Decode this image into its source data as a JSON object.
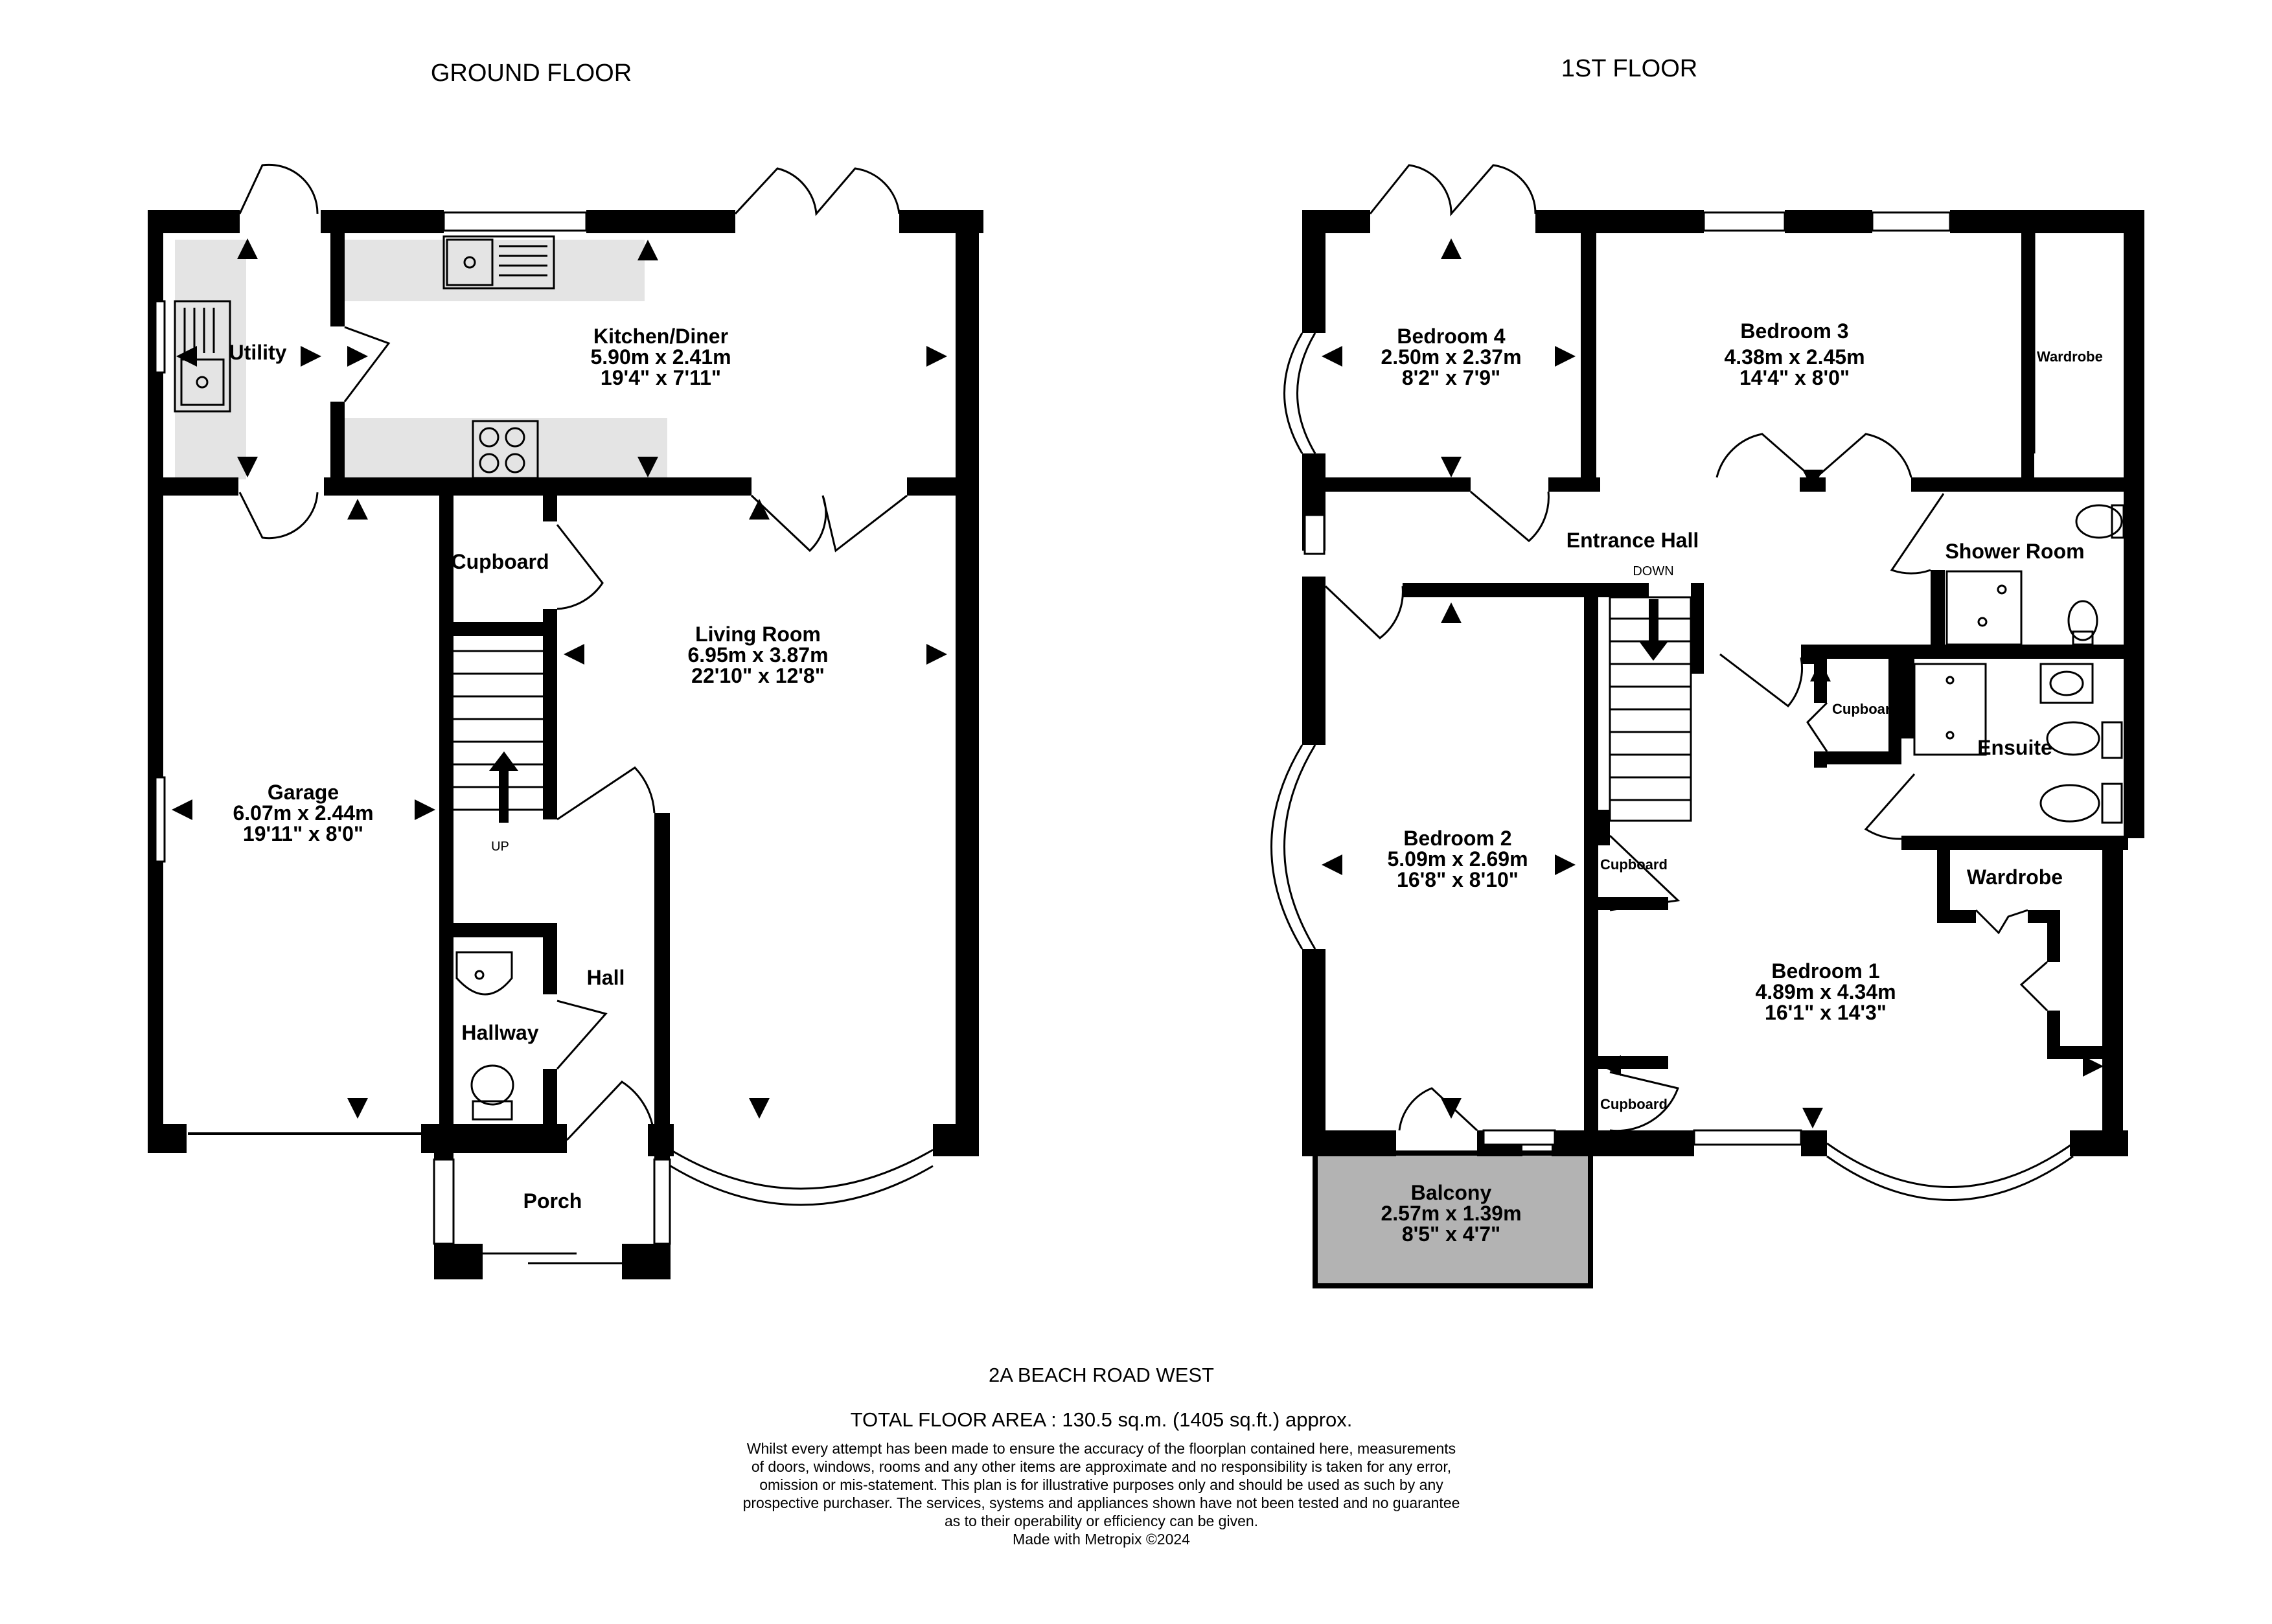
{
  "floors": {
    "ground": {
      "title": "GROUND FLOOR"
    },
    "first": {
      "title": "1ST FLOOR"
    }
  },
  "rooms": {
    "utility": {
      "name": "Utility"
    },
    "kitchen": {
      "name": "Kitchen/Diner",
      "metric": "5.90m  x 2.41m",
      "imperial": "19'4\"  x 7'11\""
    },
    "cupboard_g": {
      "name": "Cupboard"
    },
    "living": {
      "name": "Living Room",
      "metric": "6.95m  x 3.87m",
      "imperial": "22'10\"  x 12'8\""
    },
    "garage": {
      "name": "Garage",
      "metric": "6.07m  x 2.44m",
      "imperial": "19'11\"  x 8'0\""
    },
    "hall": {
      "name": "Hall"
    },
    "hallway": {
      "name": "Hallway"
    },
    "porch": {
      "name": "Porch"
    },
    "bedroom4": {
      "name": "Bedroom 4",
      "metric": "2.50m  x 2.37m",
      "imperial": "8'2\"  x 7'9\""
    },
    "bedroom3": {
      "name": "Bedroom 3",
      "metric": "4.38m  x 2.45m",
      "imperial": "14'4\"  x 8'0\""
    },
    "wardrobe3": {
      "name": "Wardrobe"
    },
    "entrance_hall": {
      "name": "Entrance Hall"
    },
    "shower_room": {
      "name": "Shower Room"
    },
    "cupboard_f1": {
      "name": "Cupboard"
    },
    "ensuite": {
      "name": "Ensuite"
    },
    "bedroom2": {
      "name": "Bedroom 2",
      "metric": "5.09m  x 2.69m",
      "imperial": "16'8\"  x 8'10\""
    },
    "cupboard_f2": {
      "name": "Cupboard"
    },
    "wardrobe1": {
      "name": "Wardrobe"
    },
    "bedroom1": {
      "name": "Bedroom 1",
      "metric": "4.89m  x 4.34m",
      "imperial": "16'1\"  x 14'3\""
    },
    "cupboard_f3": {
      "name": "Cupboard"
    },
    "balcony": {
      "name": "Balcony",
      "metric": "2.57m  x 1.39m",
      "imperial": "8'5\"  x 4'7\""
    }
  },
  "stairs": {
    "up": "UP",
    "down": "DOWN"
  },
  "footer": {
    "address": "2A BEACH ROAD WEST",
    "total": "TOTAL FLOOR AREA : 130.5 sq.m. (1405 sq.ft.) approx.",
    "disclaimer": [
      "Whilst every attempt has been made to ensure the accuracy of the floorplan contained here, measurements",
      "of doors, windows, rooms and any other items are approximate and no responsibility is taken for any error,",
      "omission or mis-statement. This plan is for illustrative purposes only and should be used as such by any",
      "prospective purchaser. The services, systems and appliances shown have not been tested and no guarantee",
      "as to their operability or efficiency can be given."
    ],
    "credit": "Made with Metropix ©2024"
  },
  "colors": {
    "wall": "#000000",
    "worktop": "#e4e4e4",
    "balcony": "#b3b3b3",
    "background": "#ffffff"
  }
}
